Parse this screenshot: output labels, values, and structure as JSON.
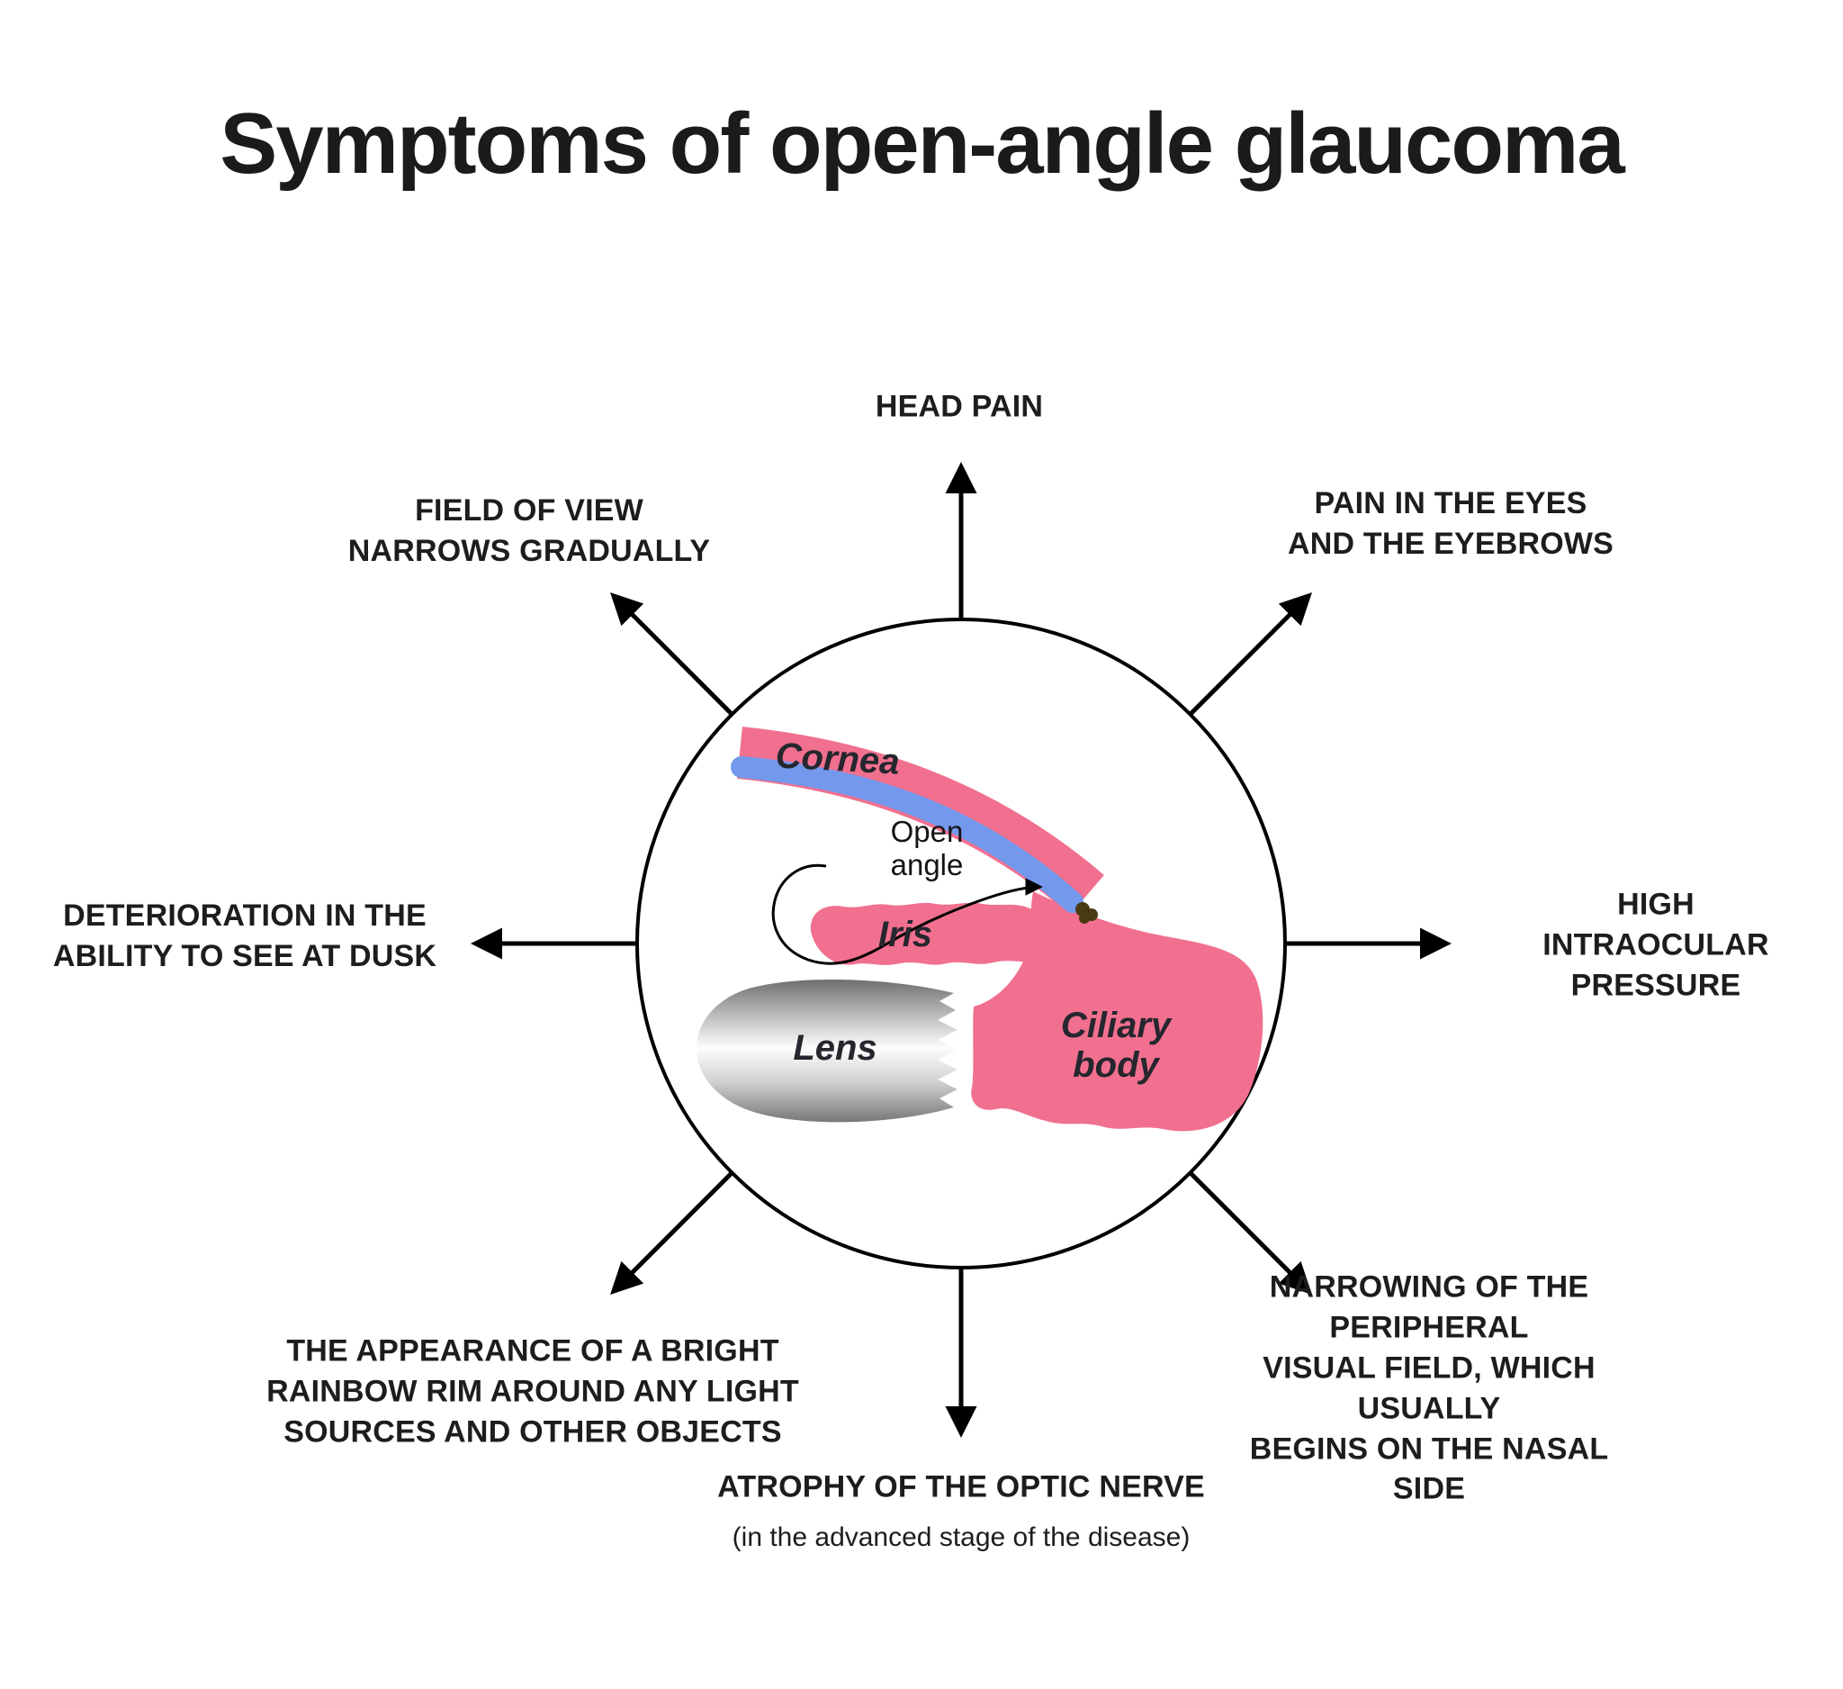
{
  "title": "Symptoms of open-angle glaucoma",
  "symptoms": {
    "top": "HEAD PAIN",
    "top_left": "FIELD OF VIEW\nNARROWS GRADUALLY",
    "top_right": "PAIN IN THE EYES\nAND THE EYEBROWS",
    "left": "DETERIORATION IN THE\nABILITY TO SEE AT DUSK",
    "right": "HIGH INTRAOCULAR\nPRESSURE",
    "bottom_left": "THE APPEARANCE OF A BRIGHT\nRAINBOW RIM AROUND ANY LIGHT\nSOURCES AND OTHER OBJECTS",
    "bottom": "ATROPHY OF THE OPTIC NERVE",
    "bottom_note": "(in the advanced stage of the disease)",
    "bottom_right": "NARROWING OF THE PERIPHERAL\nVISUAL FIELD, WHICH USUALLY\nBEGINS ON THE NASAL SIDE"
  },
  "anatomy": {
    "cornea": "Cornea",
    "open_angle": {
      "line1": "Open",
      "line2": "angle"
    },
    "iris": "Iris",
    "lens": "Lens",
    "ciliary_body": {
      "line1": "Ciliary",
      "line2": "body"
    }
  },
  "colors": {
    "tissue_pink": "#F1708F",
    "cornea_blue": "#7398EC",
    "lens_gray": "#9a9a9a",
    "text_dark": "#1d1d1d"
  }
}
